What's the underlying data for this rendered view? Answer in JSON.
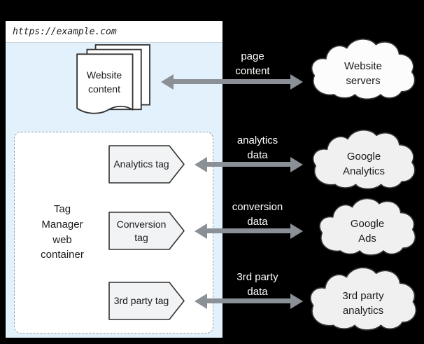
{
  "browser": {
    "url": "https://example.com",
    "page": {
      "label": "Website content"
    },
    "container": {
      "label": "Tag Manager web container",
      "tags": [
        {
          "label": "Analytics tag"
        },
        {
          "label": "Conversion tag"
        },
        {
          "label": "3rd party tag"
        }
      ]
    }
  },
  "flows": [
    {
      "label": "page content"
    },
    {
      "label": "analytics data"
    },
    {
      "label": "conversion data"
    },
    {
      "label": "3rd party data"
    }
  ],
  "clouds": [
    {
      "label": "Website servers"
    },
    {
      "label": "Google Analytics"
    },
    {
      "label": "Google Ads"
    },
    {
      "label": "3rd party analytics"
    }
  ],
  "colors": {
    "background": "#000000",
    "browser_body": "#e2f1fc",
    "tag_fill": "#f1f3f4",
    "cloud_fill": "#f0f0f0",
    "arrow": "#8b9096",
    "outline": "#333333",
    "label_text": "#1b1b1b",
    "flow_label_text": "#ffffff"
  }
}
